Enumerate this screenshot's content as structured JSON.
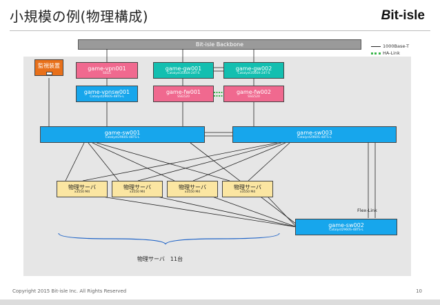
{
  "slide": {
    "title": "小規模の例(物理構成)",
    "logo": {
      "mark": "B",
      "text": "it-isle"
    },
    "copyright": "Copyright 2015 Bit-isle Inc. All Rights Reserved",
    "page_number": "10"
  },
  "backbone": {
    "label": "Bit-isle Backbone"
  },
  "legend": {
    "copper": "1000Base-T",
    "ha": "HA-Link"
  },
  "nodes": {
    "monitor": {
      "name": "監視装置",
      "sub": ""
    },
    "vpn": {
      "name": "game-vpn001",
      "sub": "SSG5"
    },
    "vpnsw": {
      "name": "game-vpnsw001",
      "sub": "Catalyst2960S-48TS-L"
    },
    "gw1": {
      "name": "game-gw001",
      "sub": "Catalyst3560X-24T-S"
    },
    "gw2": {
      "name": "game-gw002",
      "sub": "Catalyst3560X-24T-S"
    },
    "fw1": {
      "name": "game-fw001",
      "sub": "SSG520"
    },
    "fw2": {
      "name": "game-fw002",
      "sub": "SSG520"
    },
    "sw1": {
      "name": "game-sw001",
      "sub": "Catalyst2960S-48TS-L"
    },
    "sw3": {
      "name": "game-sw003",
      "sub": "Catalyst2960S-48TS-L"
    },
    "sw2": {
      "name": "game-sw002",
      "sub": "Catalyst2960S-48TS-L"
    }
  },
  "servers": [
    {
      "name": "物理サーバ",
      "sub": "x3550 M4"
    },
    {
      "name": "物理サーバ",
      "sub": "x3550 M4"
    },
    {
      "name": "物理サーバ",
      "sub": "x3550 M4"
    },
    {
      "name": "物理サーバ",
      "sub": "x3550 M4"
    }
  ],
  "labels": {
    "flex_link": "Flex-Link",
    "server_count": "物理サーバ　11台"
  }
}
